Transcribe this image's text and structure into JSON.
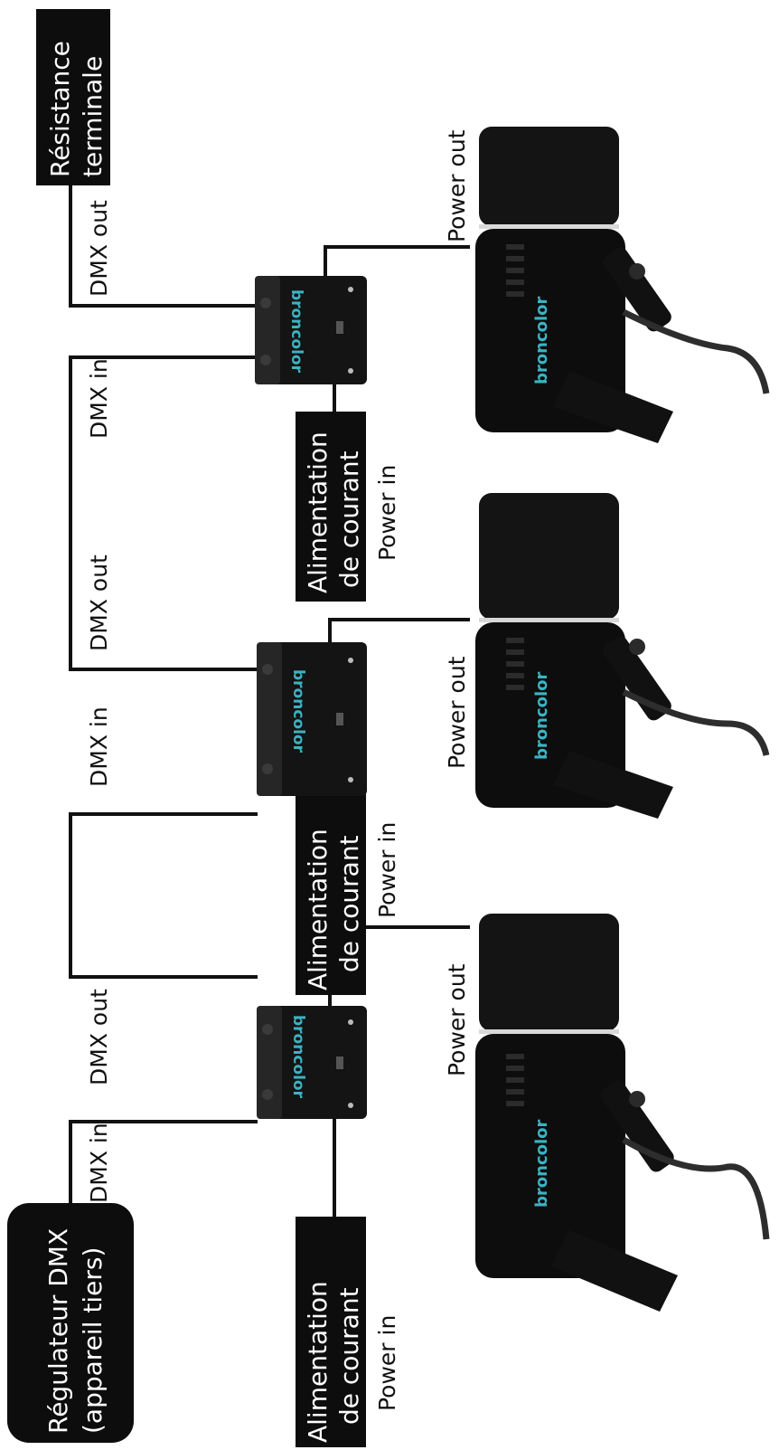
{
  "controller": {
    "line1": "Régulateur DMX",
    "line2": "(appareil tiers)"
  },
  "terminator": {
    "line1": "Résistance",
    "line2": "terminale"
  },
  "colors": {
    "ink": "#0d0d0d",
    "brand_accent": "#3bb3c3",
    "wire": "#111111",
    "background": "#ffffff"
  },
  "units": [
    {
      "dmx_in": "DMX in",
      "dmx_out": "DMX out",
      "power_in": "Power in",
      "power_out": "Power out",
      "supply_line1": "Alimentation",
      "supply_line2": "de courant",
      "box_brand": "broncolor",
      "lamp_brand": "broncolor"
    },
    {
      "dmx_in": "DMX in",
      "dmx_out": "DMX out",
      "power_in": "Power in",
      "power_out": "Power out",
      "supply_line1": "Alimentation",
      "supply_line2": "de courant",
      "box_brand": "broncolor",
      "lamp_brand": "broncolor"
    },
    {
      "dmx_in": "DMX in",
      "dmx_out": "DMX out",
      "power_in": "Power in",
      "power_out": "Power out",
      "supply_line1": "Alimentation",
      "supply_line2": "de courant",
      "box_brand": "broncolor",
      "lamp_brand": "broncolor"
    }
  ]
}
